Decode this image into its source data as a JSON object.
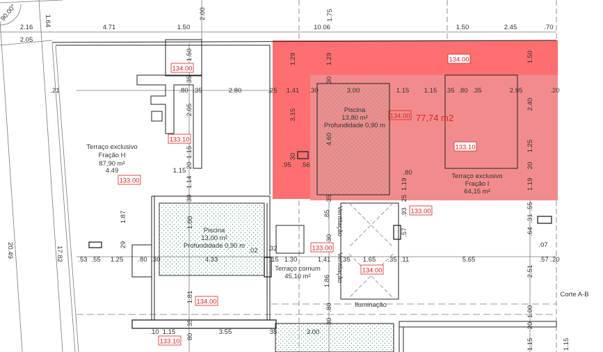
{
  "colors": {
    "highlight_dark": "#ff6f6f",
    "highlight_light": "#f28c8c",
    "level_mark": "#d22222",
    "pool_hatch": "#6aa59a"
  },
  "highlight_area": "77,74 m2",
  "section_mark": "Corte A-B",
  "rooms": {
    "terrace_h": [
      "Terraço exclusivo",
      "Fração H",
      "87,90 m²"
    ],
    "terrace_i": [
      "Terraço exclusivo",
      "Fração I",
      "64,15 m²"
    ],
    "pool_1": [
      "Piscina",
      "13,80 m²",
      "Profundidade 0,90 m"
    ],
    "pool_2": [
      "Piscina",
      "13,00 m²",
      "Profundidade 0,90 m"
    ],
    "common_terrace": [
      "Terraço comum",
      "45,10 m²"
    ],
    "ventilation": [
      "Ventilação",
      "Ventilação"
    ],
    "lighting": "Iluminação"
  },
  "level_marks": [
    "134.00",
    "133.10",
    "133.00",
    "134.00",
    "134.00",
    "133.10",
    "133.00",
    "133.00",
    "134.00",
    "134.00",
    "133.10"
  ],
  "dimensions": [
    "2.16",
    "4.71",
    "1.50",
    "2.00",
    "1.64",
    "90.00°",
    "2.05",
    "10.06",
    "1.75",
    "1.50",
    "2.45",
    ".70",
    ".21",
    ".80",
    ".35",
    "2.80",
    ".25",
    "1.41",
    ".30",
    "3.00",
    "1.15",
    "1.15",
    ".35",
    ".80",
    ".35",
    "2.95",
    ".20",
    "1.50",
    "35",
    "2.05",
    "1.15",
    "20",
    "1.29",
    "1.29",
    "30",
    "3.15",
    "4.60",
    "30",
    "1.50",
    "2.40",
    "1.25",
    "20",
    "1.19",
    "1.19",
    ".95",
    ".56",
    ".80",
    "35",
    "25",
    "4.49",
    "1.15",
    "1.14",
    "30",
    "1.87",
    "29",
    "20.49",
    "17.82",
    ".53",
    ".55",
    "1.25",
    ".80",
    ".30",
    "4.33",
    ".02",
    ".32",
    ".15",
    "1.30",
    "1.00",
    "1.81",
    "35",
    ".10",
    "1.15",
    "3.55",
    "35",
    "80",
    "3.00",
    "1.41",
    ".35",
    "1.65",
    ".35",
    ".11",
    "5.65",
    ".57",
    ".20",
    ".85",
    "30",
    "1.86",
    ".80",
    "30",
    ".93",
    ".57",
    ".55",
    ".31",
    ".64",
    ".07",
    "2.51",
    "1.00",
    "20",
    "1.15",
    "1.15"
  ]
}
